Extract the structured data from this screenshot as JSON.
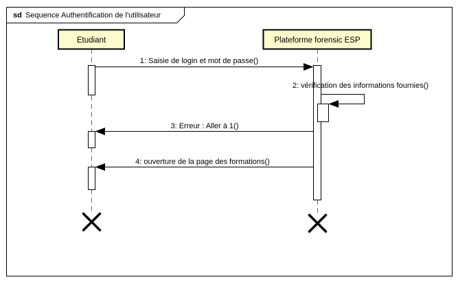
{
  "frame": {
    "keyword": "sd",
    "title": "Sequence Authentification de l'utilisateur"
  },
  "lifelines": [
    {
      "name": "Etudiant"
    },
    {
      "name": "Plateforme forensic ESP"
    }
  ],
  "messages": [
    {
      "label": "1: Saisie de login et mot de passe()"
    },
    {
      "label": "2: vérification des informations fournies()"
    },
    {
      "label": "3: Erreur : Aller à 1()"
    },
    {
      "label": "4: ouverture de la page des formations()"
    }
  ],
  "colors": {
    "background": "#ffffff",
    "head_fill": "#fbfbcc",
    "border": "#000000",
    "lifeline": "#666666"
  }
}
